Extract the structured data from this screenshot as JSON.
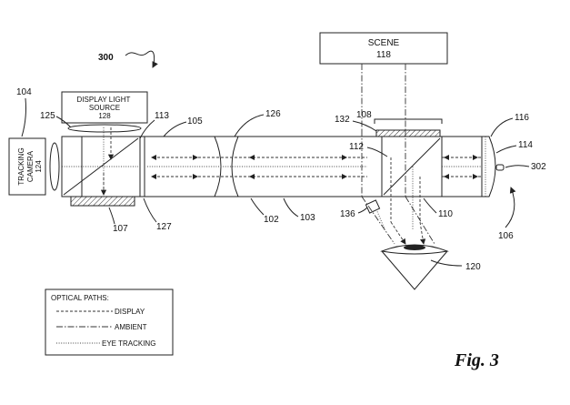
{
  "figure": {
    "number": "300",
    "title": "Fig. 3"
  },
  "components": {
    "scene": {
      "name": "SCENE",
      "ref": "118"
    },
    "display_light_source": {
      "name": "DISPLAY LIGHT SOURCE",
      "ref": "128"
    },
    "tracking_camera": {
      "name": "TRACKING CAMERA",
      "ref": "124"
    }
  },
  "refs": {
    "r104": "104",
    "r125": "125",
    "r113": "113",
    "r105": "105",
    "r126": "126",
    "r108": "108",
    "r132": "132",
    "r116": "116",
    "r112": "112",
    "r114": "114",
    "r302": "302",
    "r107": "107",
    "r127": "127",
    "r102": "102",
    "r103": "103",
    "r136": "136",
    "r110": "110",
    "r106": "106",
    "r120": "120"
  },
  "legend": {
    "title": "OPTICAL PATHS:",
    "items": [
      {
        "label": "DISPLAY",
        "style": "dashed"
      },
      {
        "label": "AMBIENT",
        "style": "dash-dot"
      },
      {
        "label": "EYE TRACKING",
        "style": "dotted"
      }
    ]
  }
}
